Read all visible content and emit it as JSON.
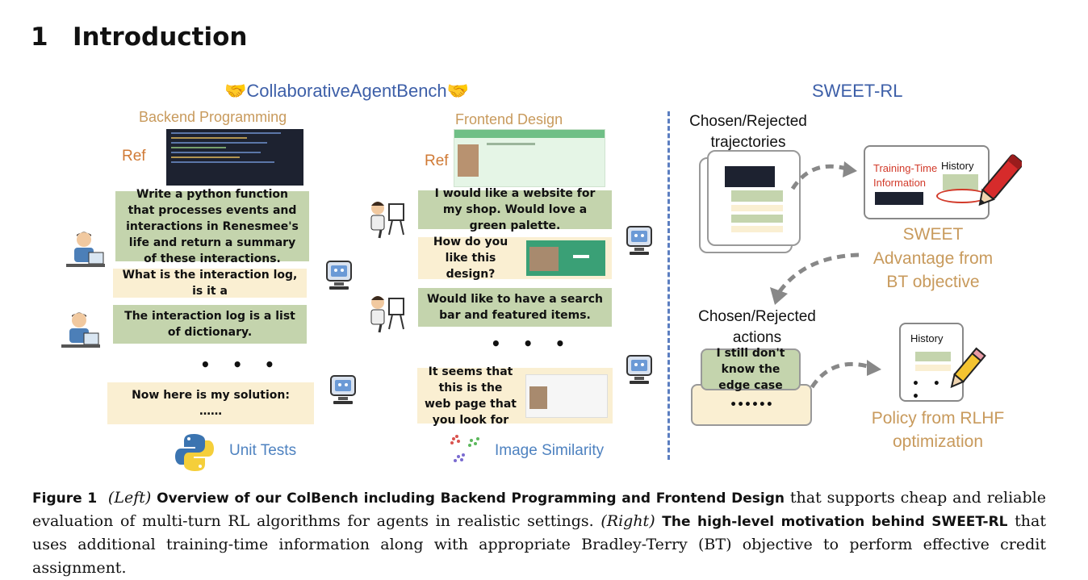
{
  "section": {
    "number": "1",
    "title": "Introduction"
  },
  "left": {
    "bench_title": "🤝CollaborativeAgentBench🤝",
    "backend": {
      "label": "Backend Programming",
      "ref": "Ref",
      "msg1": "Write a python function that processes events and interactions in Renesmee's life and return a summary of these interactions.",
      "msg2": "What is the interaction log, is it a",
      "msg3": "The interaction log is a list of dictionary.",
      "dots": "• • •",
      "msg4_line1": "Now here is my solution:",
      "msg4_line2": "……",
      "eval": "Unit Tests"
    },
    "frontend": {
      "label": "Frontend Design",
      "ref": "Ref",
      "msg1": "I would like a website for my shop. Would love a green palette.",
      "msg2": "How do you like this design?",
      "msg3": "Would like to have a search bar and featured items.",
      "dots": "• • •",
      "msg4": "It seems that this is the web page that you look for",
      "eval": "Image Similarity"
    }
  },
  "right": {
    "title": "SWEET-RL",
    "chosen_traj": "Chosen/Rejected trajectories",
    "training_time": "Training-Time Information",
    "history": "History",
    "sweet": "SWEET",
    "sweet_desc": "Advantage from BT objective",
    "chosen_actions": "Chosen/Rejected actions",
    "action_msg": "I still don't know the edge case",
    "action_dots": "••••••",
    "history2": "History",
    "scroll_dots": "• • •",
    "policy": "Policy from RLHF optimization"
  },
  "caption": {
    "fig": "Figure 1",
    "left_i": "(Left)",
    "left_b": "Overview of our ColBench including Backend Programming and Frontend Design",
    "left_t": "that supports cheap and reliable evaluation of multi-turn RL algorithms for agents in realistic settings.",
    "right_i": "(Right)",
    "right_b": "The high-level motivation behind SWEET-RL",
    "right_t": "that uses additional training-time information along with appropriate Bradley-Terry (BT) objective to perform effective credit assignment."
  },
  "colors": {
    "accent_blue": "#3d5fa8",
    "tan": "#c89a5c",
    "green_bubble": "#c4d4ad",
    "cream_bubble": "#faefd2",
    "red": "#d23a2a"
  }
}
